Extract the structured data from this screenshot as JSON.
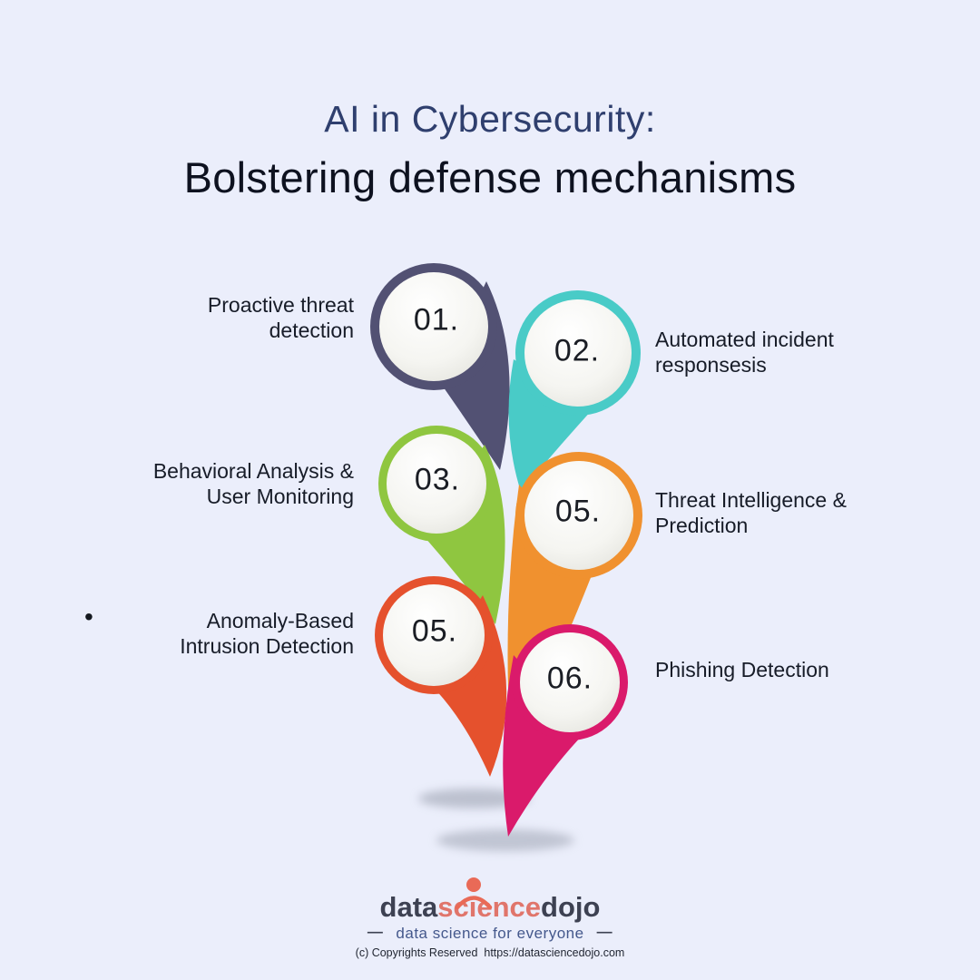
{
  "page": {
    "background_color": "#ebeefb"
  },
  "header": {
    "title_line1": "AI in Cybersecurity:",
    "title_line2": "Bolstering defense mechanisms",
    "title_color": "#2f3f6e",
    "subtitle_color": "#0e1220"
  },
  "diagram": {
    "bullet": "•",
    "shadow_color": "#969cab",
    "circle_fill": "#f6f6f2",
    "number_color": "#1a1d24",
    "label_color": "#171c28",
    "items": [
      {
        "number": "01.",
        "label_line1": "Proactive threat",
        "label_line2": "detection",
        "color": "#525173",
        "side": "left"
      },
      {
        "number": "02.",
        "label_line1": "Automated incident",
        "label_line2": "responsesis",
        "color": "#49cbc7",
        "side": "right"
      },
      {
        "number": "03.",
        "label_line1": "Behavioral Analysis &",
        "label_line2": "User Monitoring",
        "color": "#8fc640",
        "side": "left"
      },
      {
        "number": "05.",
        "label_line1": "Threat Intelligence &",
        "label_line2": "Prediction",
        "color": "#f0912f",
        "side": "right"
      },
      {
        "number": "05.",
        "label_line1": "Anomaly-Based",
        "label_line2": "Intrusion Detection",
        "color": "#e5512d",
        "side": "left"
      },
      {
        "number": "06.",
        "label_line1": "Phishing Detection",
        "label_line2": "",
        "color": "#da1a6b",
        "side": "right"
      }
    ]
  },
  "footer": {
    "logo_part1": "data",
    "logo_part2": "science",
    "logo_part3": "dojo",
    "logo_dark_color": "#3d4152",
    "logo_accent_color": "#e0756b",
    "logo_icon_color": "#e96a57",
    "tagline": "data science for everyone",
    "tagline_color": "#44588c",
    "dash": "—",
    "copyright": "(c) Copyrights Reserved  https://datasciencedojo.com"
  }
}
